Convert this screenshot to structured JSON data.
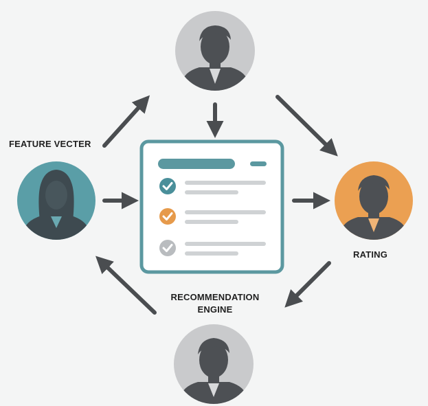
{
  "labels": {
    "feature_vector": "FEATURE VECTER",
    "rating": "RATING",
    "engine_line1": "RECOMMENDATION",
    "engine_line2": "ENGINE"
  },
  "people": {
    "top": {
      "role": "male-user",
      "bg_color": "#c9cacc",
      "silhouette_color": "#4d5054"
    },
    "left": {
      "role": "female-user",
      "bg_color": "#5a9ea7",
      "silhouette_color": "#3e4a50"
    },
    "right": {
      "role": "male-user",
      "bg_color": "#eba052",
      "silhouette_color": "#4d5054"
    },
    "bottom": {
      "role": "male-user",
      "bg_color": "#c9cacc",
      "silhouette_color": "#4d5054"
    }
  },
  "card": {
    "border_color": "#5b98a0",
    "header_bar_color": "#5b98a0",
    "line_color": "#cfd2d4",
    "items": [
      {
        "icon": "check-icon",
        "color": "#4a8f9a"
      },
      {
        "icon": "check-icon",
        "color": "#e69a4b"
      },
      {
        "icon": "check-icon",
        "color": "#b9bcbf"
      }
    ]
  },
  "arrow_color": "#4a4d50"
}
